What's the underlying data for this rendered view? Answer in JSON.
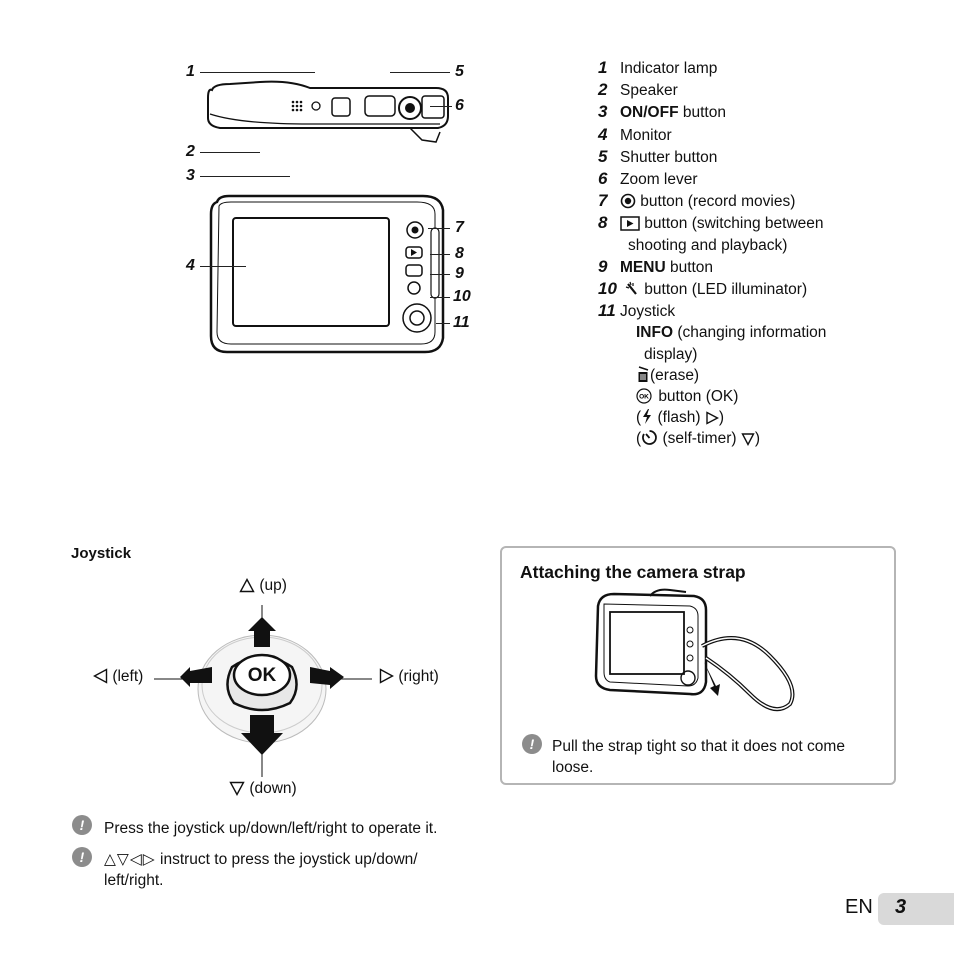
{
  "callouts": [
    "1",
    "2",
    "3",
    "4",
    "5",
    "6",
    "7",
    "8",
    "9",
    "10",
    "11"
  ],
  "legend": [
    {
      "num": "1",
      "text": "Indicator lamp"
    },
    {
      "num": "2",
      "text": "Speaker"
    },
    {
      "num": "3",
      "bold": "ON/OFF",
      "text": " button"
    },
    {
      "num": "4",
      "text": "Monitor"
    },
    {
      "num": "5",
      "text": "Shutter button"
    },
    {
      "num": "6",
      "text": "Zoom lever"
    },
    {
      "num": "7",
      "text": " button (record movies)",
      "icon": "record-movie-icon"
    },
    {
      "num": "8",
      "text": " button (switching between",
      "cont": "shooting and playback)",
      "icon": "playback-icon"
    },
    {
      "num": "9",
      "bold": "MENU",
      "text": " button"
    },
    {
      "num": "10",
      "text": " button (LED illuminator)",
      "icon": "led-illuminator-icon"
    },
    {
      "num": "11",
      "text": "Joystick"
    }
  ],
  "joystick_items": {
    "info_bold": "INFO",
    "info_text": " (changing information",
    "info_cont": "display)",
    "erase": "(erase)",
    "ok_button": "button (OK)",
    "flash_open": "(",
    "flash": " (flash) ",
    "flash_close": ")",
    "timer_open": "(",
    "timer": " (self-timer) ",
    "timer_close": ")"
  },
  "joystick": {
    "title": "Joystick",
    "up": "(up)",
    "down": "(down)",
    "left": "(left)",
    "right": "(right)",
    "ok": "OK"
  },
  "notes": [
    "Press the joystick up/down/left/right to operate it.",
    "instruct to press the joystick up/down/",
    "left/right."
  ],
  "note_icon_glyph": "!",
  "direction_glyphs": "△▽◁▷",
  "strap": {
    "title": "Attaching the camera strap",
    "note_line1": "Pull the strap tight so that it does not come",
    "note_line2": "loose."
  },
  "page": {
    "lang": "EN",
    "number": "3"
  },
  "colors": {
    "tab": "#d9d9d9",
    "box_border": "#b5b5b5",
    "note_icon": "#8c8c8c"
  }
}
